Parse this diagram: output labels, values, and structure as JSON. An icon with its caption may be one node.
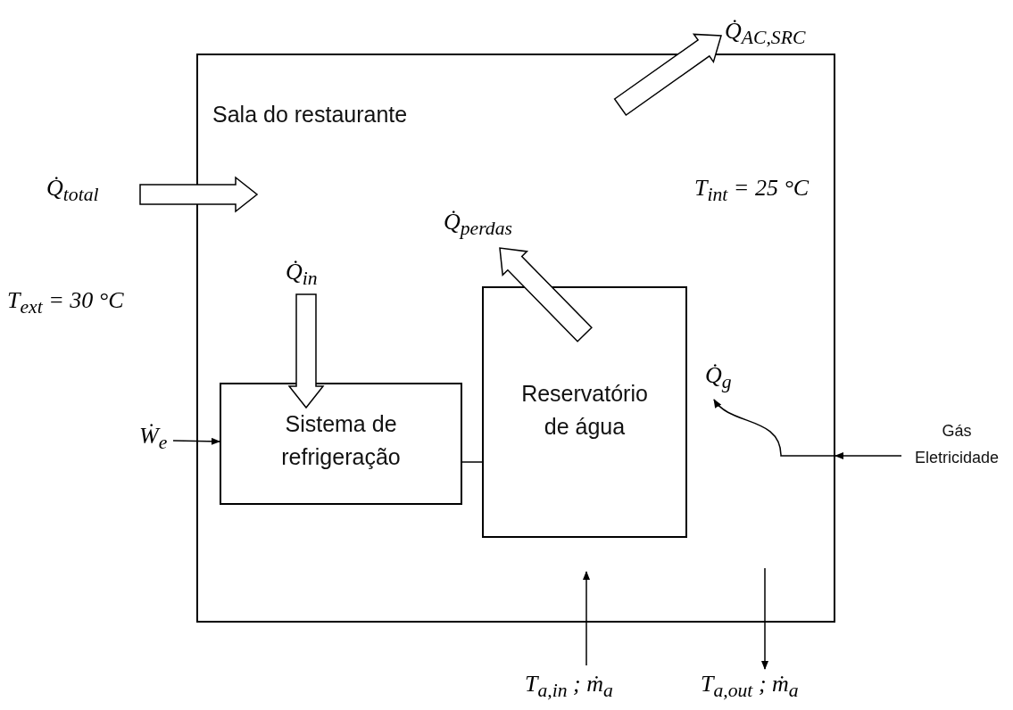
{
  "diagram": {
    "nodes": [
      {
        "text": [
          "Sala do restaurante"
        ]
      },
      {
        "text": [
          "Sistema de refrigeração"
        ],
        "in": 0
      },
      {
        "text": [
          "Reservatório de água"
        ],
        "in": 0
      },
      {
        "text": [
          "Q̇$_{in}$"
        ],
        "in": 0
      },
      {
        "text": [
          "Q̇$_{perdas}$"
        ],
        "in": 0
      },
      {
        "text": [
          "Q̇$_{total}$"
        ]
      },
      {
        "text": [
          "Q̇$_{AC,SRC}$"
        ]
      },
      {
        "text": [
          "Ẇ$_{e}$"
        ]
      },
      {
        "text": [
          "Q̇$_{g}$"
        ],
        "in": 0
      },
      {
        "text": [
          "Gás Eletricidade"
        ]
      },
      {
        "text": [
          "T$_{a,in}$ ; ṁ$_{a}$"
        ]
      },
      {
        "text": [
          "T$_{a,out}$ ; ṁ$_{a}$"
        ]
      }
    ],
    "edges": [
      {
        "from": 5,
        "to": 0,
        "arrow": "to",
        "style": "thick"
      },
      {
        "from": 0,
        "to": 6,
        "arrow": "to",
        "style": "thick"
      },
      {
        "from": 3,
        "to": 1,
        "arrow": "to",
        "style": "thick"
      },
      {
        "from": 2,
        "to": 4,
        "arrow": "to",
        "style": "thick"
      },
      {
        "from": 7,
        "to": 1,
        "arrow": "to"
      },
      {
        "from": 1,
        "to": 2,
        "arrow": "none"
      },
      {
        "from": 9,
        "to": 0,
        "arrow": "to"
      },
      {
        "from": 0,
        "to": 8,
        "arrow": "to"
      },
      {
        "from": 10,
        "to": null,
        "arrow": "to"
      },
      {
        "from": null,
        "to": 11,
        "arrow": "to"
      }
    ],
    "labels": [
      "T$_{int}$ = 25 °C",
      "T$_{ext}$ = 30 °C"
    ]
  }
}
